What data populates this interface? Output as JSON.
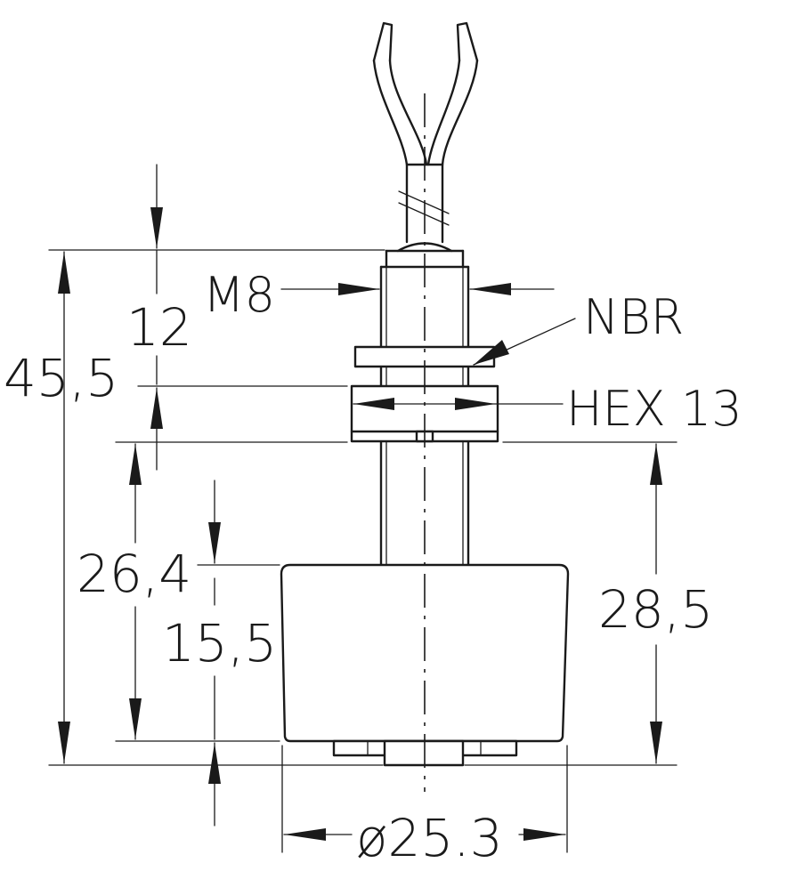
{
  "dimensions": {
    "overall_height": "45,5",
    "top_section": "12",
    "float_travel": "26,4",
    "float_height": "15,5",
    "right_height": "28,5",
    "diameter": "ø25.3"
  },
  "labels": {
    "thread": "M8",
    "seal": "NBR",
    "hex": "HEX 13"
  }
}
